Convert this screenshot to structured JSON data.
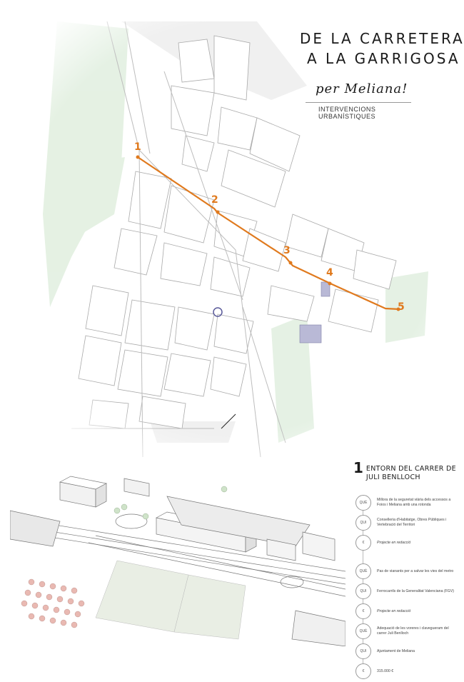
{
  "title": {
    "line1": "DE LA CARRETERA",
    "line2": "A LA GARRIGOSA"
  },
  "subtitle": "per Meliana!",
  "subsubtitle": "INTERVENCIONS URBANÍSTIQUES",
  "route_points": [
    "1",
    "2",
    "3",
    "4",
    "5"
  ],
  "colors": {
    "route": "#e07a1e",
    "block_stroke": "#a9a9a9",
    "green": "#d7ead2"
  },
  "section": {
    "number": "1",
    "title_line1": "ENTORN DEL CARRER DE",
    "title_line2": "JULI BENLLOCH",
    "items": [
      {
        "badge": "QUÈ",
        "text": "Millora de la seguretat viària dels accessos a Foios i Meliana amb una rotonda"
      },
      {
        "badge": "QUI",
        "text": "Conselleria d'Habitatge, Obres Públiques i Vertebració del Territori"
      },
      {
        "badge": "€",
        "text": "Projecte en redacció",
        "italic": true
      },
      {
        "badge": "QUÈ",
        "text": "Pas de vianants per a salvar les vies del metro",
        "gap": true
      },
      {
        "badge": "QUI",
        "text": "Ferrocarrils de la Generalitat Valenciana (FGV)"
      },
      {
        "badge": "€",
        "text": "Projecte en redacció",
        "italic": true
      },
      {
        "badge": "QUÈ",
        "text": "Adequació de les voreres i clavegueram del carrer Juli Benlloch"
      },
      {
        "badge": "QUI",
        "text": "Ajuntament de Meliana"
      },
      {
        "badge": "€",
        "text": "315.000 €"
      }
    ]
  }
}
